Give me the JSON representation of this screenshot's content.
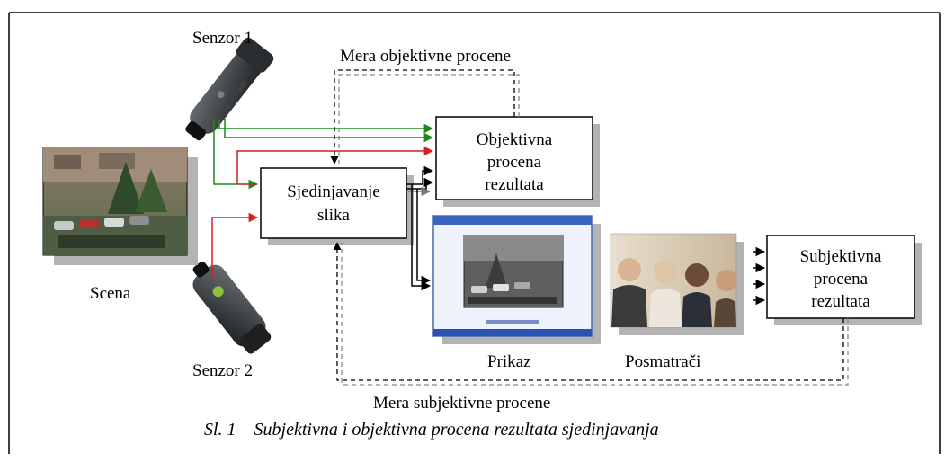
{
  "labels": {
    "sensor1": "Senzor 1",
    "sensor2": "Senzor 2",
    "scene": "Scena",
    "display": "Prikaz",
    "observers": "Posmatrači",
    "objective_measure": "Mera objektivne procene",
    "subjective_measure": "Mera subjektivne procene"
  },
  "boxes": {
    "fusion": [
      "Sjedinjavanje",
      "slika"
    ],
    "objective": [
      "Objektivna",
      "procena",
      "rezultata"
    ],
    "subjective": [
      "Subjektivna",
      "procena",
      "rezultata"
    ]
  },
  "caption": "Sl. 1 – Subjektivna i objektivna procena rezultata sjedinjavanja",
  "colors": {
    "green": "#1a8a1a",
    "red": "#d42020",
    "black": "#000000",
    "shadow": "#b3b3b3",
    "dashed": "#555555"
  },
  "icons": {
    "sensor1": "camera-icon",
    "sensor2": "night-vision-camera-icon",
    "scene": "scene-photo",
    "display": "monitor-screen",
    "observers": "observers-photo"
  }
}
